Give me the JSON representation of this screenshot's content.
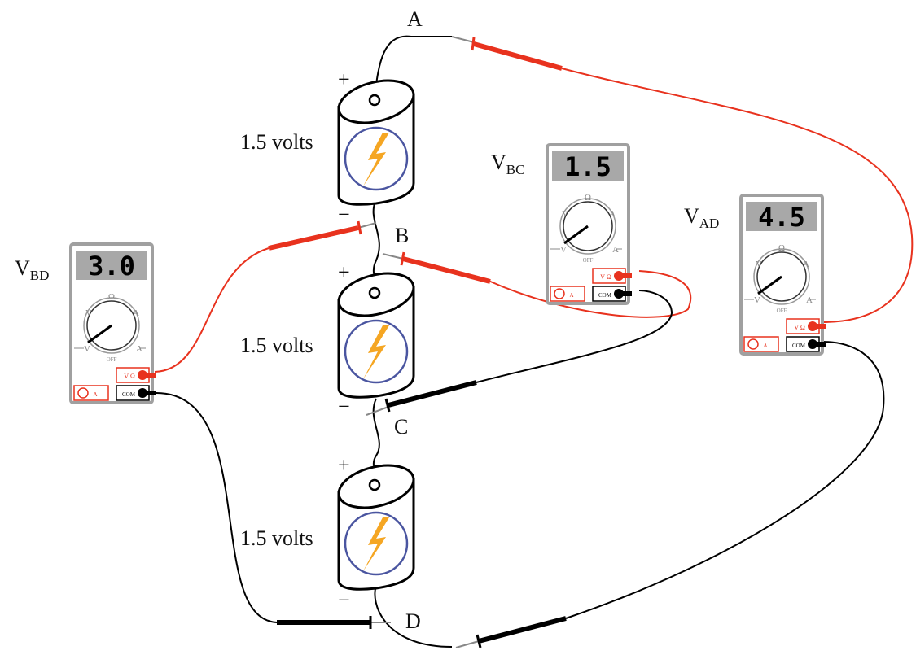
{
  "nodes": {
    "a": "A",
    "b": "B",
    "c": "C",
    "d": "D"
  },
  "batteries": [
    {
      "label": "1.5 volts",
      "plus": "+",
      "minus": "−"
    },
    {
      "label": "1.5 volts",
      "plus": "+",
      "minus": "−"
    },
    {
      "label": "1.5 volts",
      "plus": "+",
      "minus": "−"
    }
  ],
  "meters": [
    {
      "name": "V",
      "sub": "BD",
      "reading": "3.0"
    },
    {
      "name": "V",
      "sub": "BC",
      "reading": "1.5"
    },
    {
      "name": "V",
      "sub": "AD",
      "reading": "4.5"
    }
  ],
  "meter_face": {
    "ohm": "Ω",
    "ac_v": "V",
    "ac_a": "A",
    "dc_v": "V",
    "dc_a": "A",
    "off": "OFF",
    "vohm_jack": "V Ω",
    "amp_jack": "A",
    "com_jack": "COM"
  },
  "colors": {
    "red_lead": "#e8321e",
    "black_lead": "#000000",
    "bolt": "#f5a623",
    "badge_circle": "#4a55a0",
    "meter_case": "#a0a0a0",
    "display": "#a8a8a8"
  }
}
